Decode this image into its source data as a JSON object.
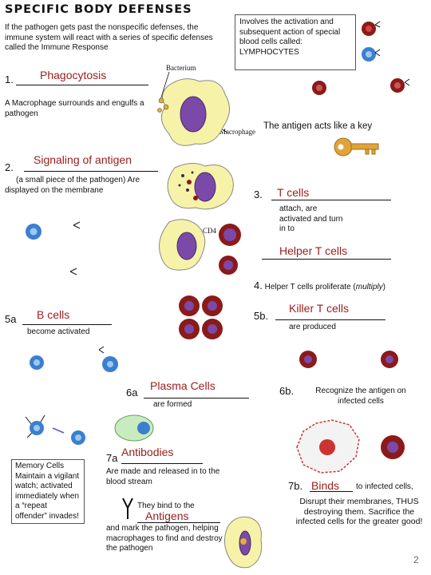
{
  "title": "SPECIFIC BODY DEFENSES",
  "intro": "If the pathogen gets past the nonspecific defenses, the immune system will  react with a series of specific defenses  called the Immune Response",
  "lymph_box": "Involves the activation and subsequent action of special blood cells called: LYMPHOCYTES",
  "s1": {
    "num": "1.",
    "answer": "Phagocytosis",
    "bacterium_label": "Bacterium",
    "desc": "A Macrophage surrounds and engulfs a pathogen",
    "macrophage_label": "Macrophage"
  },
  "key_text": "The antigen acts like a key",
  "s2": {
    "num": "2.",
    "answer": "Signaling of antigen",
    "desc": "(a small piece of the pathogen) Are displayed on the membrane"
  },
  "s3": {
    "num": "3.",
    "answer": "T cells",
    "desc": "attach, are activated and turn in to",
    "answer2": "Helper T cells",
    "cd4": "CD4"
  },
  "s4": {
    "num": "4.",
    "text": "Helper T cells proliferate (",
    "multiply": "multiply",
    "close": ")"
  },
  "s5a": {
    "num": "5a",
    "answer": "B cells",
    "desc": "become activated"
  },
  "s5b": {
    "num": "5b.",
    "answer": "Killer T cells",
    "desc": "are produced"
  },
  "s6a": {
    "num": "6a",
    "answer": "Plasma Cells",
    "desc": "are formed"
  },
  "s6b": {
    "num": "6b.",
    "desc": "Recognize the antigen on infected cells"
  },
  "memory_box": "Memory Cells Maintain a vigilant watch; activated immediately when a “repeat offender” invades!",
  "s7a": {
    "num": "7a",
    "answer": "Antibodies",
    "desc": "Are made and released in to the blood stream",
    "bind_text": "They bind to the",
    "answer2": "Antigens",
    "desc2": "and mark the pathogen, helping macrophages to find and destroy the pathogen"
  },
  "s7b": {
    "num": "7b.",
    "answer": "Binds",
    "to": "to  infected cells,",
    "desc": "Disrupt their membranes, THUS destroying them. Sacrifice the infected cells for the greater good!"
  },
  "page_number": "2",
  "colors": {
    "answer": "#9b1c1c",
    "macrophage": "#f6f2a8",
    "nucleus": "#7b4aa8",
    "red_cell": "#8b1a1a",
    "b_cell": "#3b7fd0",
    "plasma": "#c8ecc0",
    "key": "#e0a43a"
  }
}
